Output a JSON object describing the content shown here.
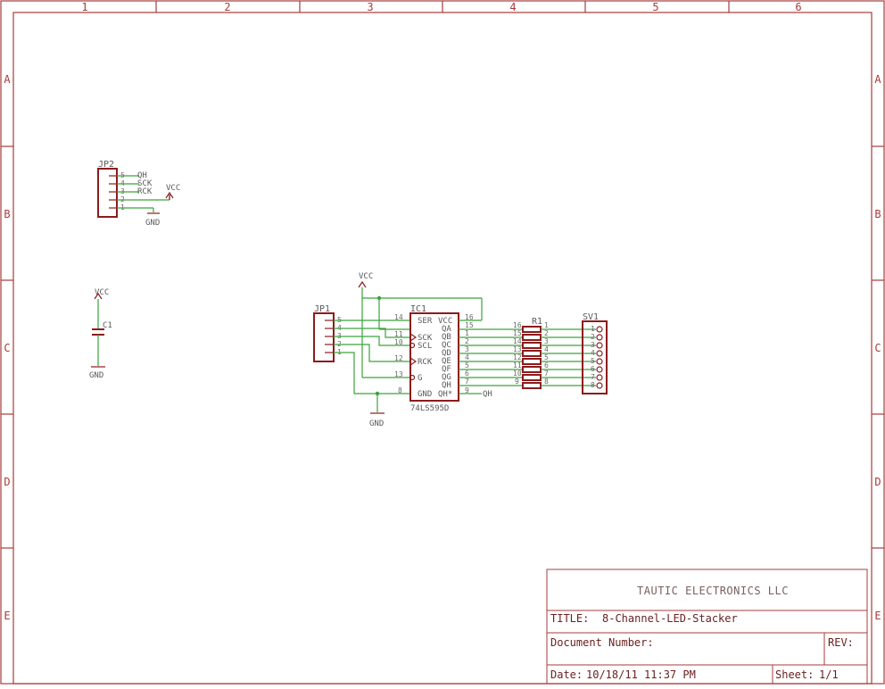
{
  "frame": {
    "columns": [
      "1",
      "2",
      "3",
      "4",
      "5",
      "6"
    ],
    "rows": [
      "A",
      "B",
      "C",
      "D",
      "E"
    ]
  },
  "title_block": {
    "company": "TAUTIC ELECTRONICS LLC",
    "title_label": "TITLE:",
    "title_value": "8-Channel-LED-Stacker",
    "doc_number_label": "Document Number:",
    "rev_label": "REV:",
    "date_label": "Date:",
    "date_value": "10/18/11 11:37 PM",
    "sheet_label": "Sheet:",
    "sheet_value": "1/1"
  },
  "components": {
    "jp2": {
      "ref": "JP2",
      "signals": [
        "QH",
        "SCK",
        "RCK"
      ],
      "pins": [
        "5",
        "4",
        "3",
        "2",
        "1"
      ]
    },
    "jp1": {
      "ref": "JP1",
      "pins": [
        "5",
        "4",
        "3",
        "2",
        "1"
      ]
    },
    "c1": {
      "ref": "C1"
    },
    "ic1": {
      "ref": "IC1",
      "part": "74LS595D",
      "left_pins": [
        "SER",
        "SCK",
        "SCL",
        "RCK",
        "G",
        "GND"
      ],
      "right_pins": [
        "VCC",
        "QA",
        "QB",
        "QC",
        "QD",
        "QE",
        "QF",
        "QG",
        "QH",
        "QH*"
      ],
      "left_nums": [
        "14",
        "11",
        "10",
        "12",
        "13",
        "8"
      ],
      "right_nums": [
        "16",
        "15",
        "1",
        "2",
        "3",
        "4",
        "5",
        "6",
        "7",
        "9"
      ],
      "qh_out": "QH"
    },
    "r1": {
      "ref": "R1",
      "left_nums": [
        "16",
        "15",
        "14",
        "13",
        "12",
        "11",
        "10",
        "9"
      ],
      "right_nums": [
        "1",
        "2",
        "3",
        "4",
        "5",
        "6",
        "7",
        "8"
      ]
    },
    "sv1": {
      "ref": "SV1",
      "pins": [
        "1",
        "2",
        "3",
        "4",
        "5",
        "6",
        "7",
        "8"
      ]
    }
  },
  "power": {
    "vcc": "VCC",
    "gnd": "GND"
  }
}
